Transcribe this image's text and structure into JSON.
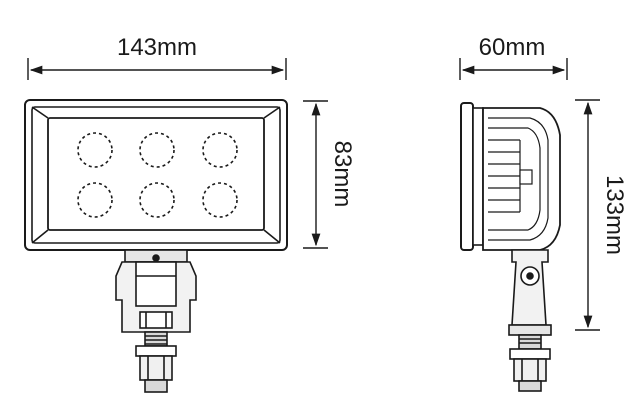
{
  "dimensions": {
    "front_width": "143mm",
    "front_height": "83mm",
    "side_depth": "60mm",
    "side_height": "133mm"
  },
  "front_view": {
    "led_count": 6
  }
}
